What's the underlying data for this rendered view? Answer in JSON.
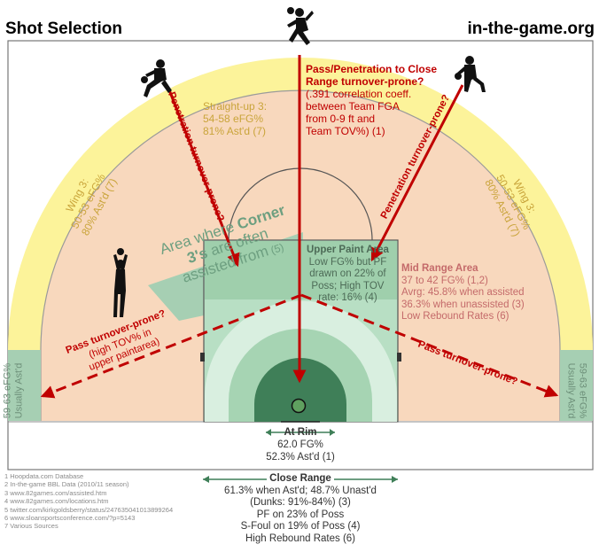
{
  "header": {
    "title": "Shot Selection",
    "site": "in-the-game.org"
  },
  "colors": {
    "three_zone": "#fcf39a",
    "mid_range": "#f8d8bd",
    "paint_zone": "#9fcfac",
    "corner_zone": "#a6cfb3",
    "rim_zone": "#3f7f58",
    "arrow": "#c00000",
    "pale_text": "#c9a43a",
    "pale_green_text": "#6d9f80",
    "mid_text": "#c46a6a"
  },
  "icons": [
    "basketball-player-icon"
  ],
  "zones": {
    "straight_up": {
      "lines": [
        "Straight-up 3:",
        "54-58 eFG%",
        "81% Ast'd (7)"
      ]
    },
    "wing_left": {
      "lines": [
        "Wing 3:",
        "50-53 eFG%",
        "80% Ast'd (7)"
      ]
    },
    "wing_right": {
      "lines": [
        "Wing 3:",
        "50-53 eFG%",
        "80% Ast'd (7)"
      ]
    },
    "corner_left": {
      "lines": [
        "59-63 eFG%",
        "Usually Ast'd"
      ]
    },
    "corner_right": {
      "lines": [
        "59-63 eFG%",
        "Usually Ast'd"
      ]
    },
    "corner_area": {
      "line1": "Area where ",
      "line1_bold": "Corner",
      "line2_bold": "3's",
      "line2": " are often",
      "line3": "assisted from",
      "line3_ref": " (5)"
    },
    "upper_paint": {
      "title": "Upper Paint Area",
      "lines": [
        "Low FG% but PF",
        "drawn on 22% of",
        "Poss; High TOV",
        "rate: 16% (4)"
      ]
    },
    "mid_range": {
      "title": "Mid Range Area",
      "lines": [
        "37 to 42 FG% (1,2)",
        "Avrg: 45.8% when assisted",
        "36.3% when unassisted (3)",
        "Low Rebound Rates (6)"
      ]
    },
    "at_rim": {
      "title": "At Rim",
      "lines": [
        "62.0 FG%",
        "52.3% Ast'd (1)"
      ]
    },
    "close_range": {
      "title": "Close Range",
      "lines": [
        "61.3% when Ast'd; 48.7% Unast'd",
        "(Dunks: 91%-84%) (3)",
        "PF on 23% of Poss",
        "S-Foul on 19% of Poss (4)",
        "High Rebound Rates (6)"
      ]
    }
  },
  "callouts": {
    "center": {
      "title": "Pass/Penetration to Close",
      "title2": "Range turnover-prone?",
      "lines": [
        "(.391 correlation coeff.",
        "between Team FGA",
        "from 0-9 ft and",
        "Team TOV%) (1)"
      ]
    },
    "penetration_left": "Penetration turnover-prone?",
    "penetration_right": "Penetration turnover-prone?",
    "pass_left": "Pass turnover-prone?",
    "pass_left_sub": [
      "(high TOV% in",
      "upper paintarea)"
    ],
    "pass_right": "Pass turnover-prone?"
  },
  "footnotes": [
    "1 Hoopdata.com  Database",
    "2 In-the-game BBL Data (2010/11  season)",
    "3 www.82games.com/assisted.htm",
    "4 www.82games.com/locations.htm",
    "5 twitter.com/kirkgoldsberry/status/247635041013899264",
    "6 www.sloansportsconference.com/?p=5143",
    "7 Various Sources"
  ]
}
